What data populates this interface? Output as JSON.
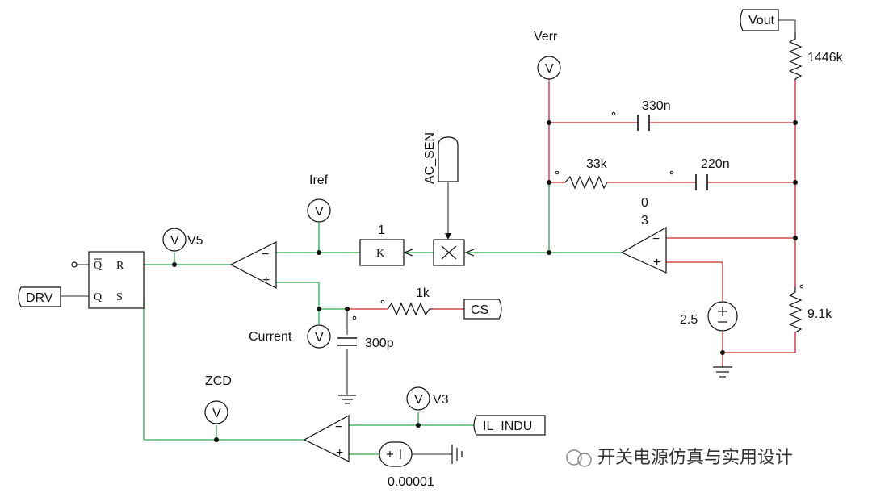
{
  "labels": {
    "vout": "Vout",
    "r_top": "1446k",
    "verr": "Verr",
    "c330": "330n",
    "r33": "33k",
    "c220": "220n",
    "ac_sen": "AC_SEN",
    "zero": "0",
    "three": "3",
    "iref": "Iref",
    "gain": "1",
    "k": "K",
    "v5": "V5",
    "drv": "DRV",
    "ff_q_top": "Q",
    "ff_r": "R",
    "ff_q_bot": "Q",
    "ff_s": "S",
    "r1k": "1k",
    "cs": "CS",
    "current": "Current",
    "c300p": "300p",
    "v25": "2.5",
    "r91": "9.1k",
    "zcd": "ZCD",
    "v3": "V3",
    "il_indu": "IL_INDU",
    "v_small": "0.00001",
    "watermark": "开关电源仿真与实用设计"
  },
  "probe_glyph": "V",
  "colors": {
    "red": "#c62828",
    "green": "#2fa84f",
    "gray": "#555555",
    "blue": "#1a1a8c"
  }
}
